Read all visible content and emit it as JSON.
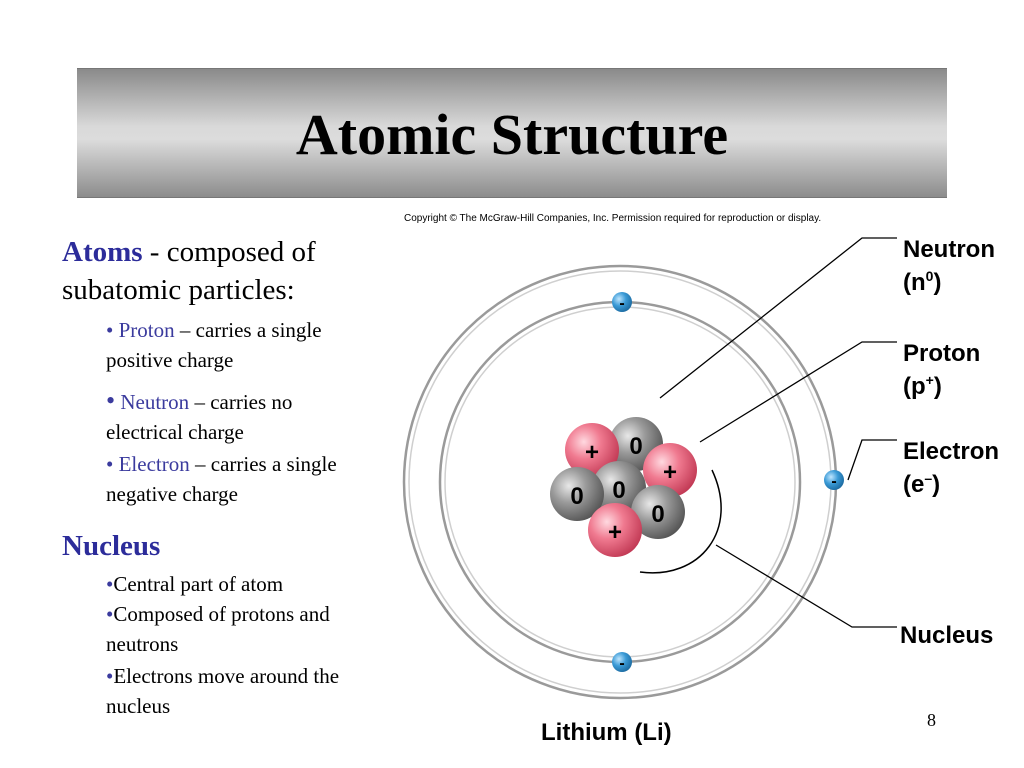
{
  "slide": {
    "title": "Atomic Structure",
    "copyright": "Copyright © The McGraw-Hill Companies, Inc. Permission required for reproduction or display.",
    "page_number": "8"
  },
  "text": {
    "atoms_term": "Atoms",
    "atoms_def_1": " - composed of",
    "atoms_def_2": "subatomic particles:",
    "proton_term": "Proton",
    "proton_def_1": " – carries a single",
    "proton_def_2": "positive charge",
    "neutron_term": "Neutron",
    "neutron_def_1": " – carries no",
    "neutron_def_2": "electrical charge",
    "electron_term": "Electron",
    "electron_def_1": " – carries a single",
    "electron_def_2": "negative charge",
    "nucleus_heading": "Nucleus",
    "nucleus_b1": "Central part of atom",
    "nucleus_b2_1": "Composed of protons and",
    "nucleus_b2_2": "neutrons",
    "nucleus_b3_1": "Electrons move around the",
    "nucleus_b3_2": "nucleus",
    "bullet": "•"
  },
  "diagram": {
    "caption": "Lithium (Li)",
    "neutron_label": "Neutron",
    "neutron_symbol": "(n",
    "neutron_sup": "0",
    "neutron_close": ")",
    "proton_label": "Proton",
    "proton_symbol": "(p",
    "proton_sup": "+",
    "proton_close": ")",
    "electron_label": "Electron",
    "electron_symbol": "(e",
    "electron_sup": "–",
    "electron_close": ")",
    "nucleus_label": "Nucleus",
    "proton_sign": "+",
    "neutron_sign": "0",
    "electron_sign": "-",
    "colors": {
      "proton": "#e8607a",
      "neutron": "#8e8e8e",
      "electron": "#3a9ad6",
      "orbit": "#9a9a9a"
    }
  }
}
